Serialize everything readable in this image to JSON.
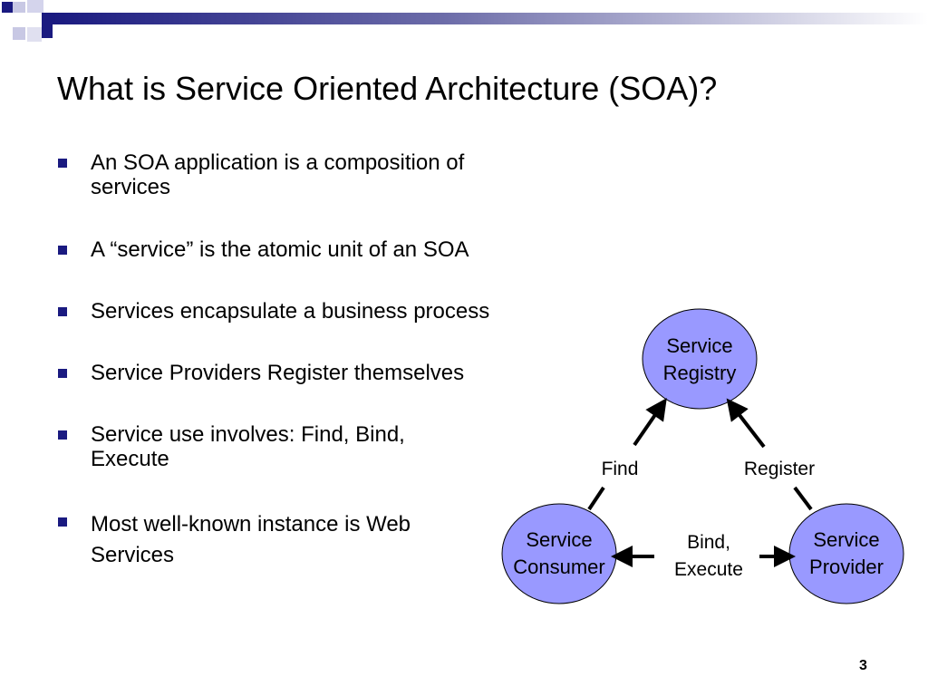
{
  "slide": {
    "title": "What is Service Oriented Architecture (SOA)?",
    "page_number": "3",
    "accent_color": "#1a1a80",
    "node_fill_color": "#9999ff",
    "bullets": [
      {
        "line1": "An SOA application is a composition of",
        "line2": "services"
      },
      {
        "line1": "A “service” is the atomic unit of an SOA",
        "line2": ""
      },
      {
        "line1": "Services encapsulate a business process",
        "line2": ""
      },
      {
        "line1": "Service Providers Register themselves",
        "line2": ""
      },
      {
        "line1": "Service use involves: Find, Bind,",
        "line2": "Execute"
      },
      {
        "line1": "Most well-known instance is Web",
        "line2": "Services"
      }
    ]
  },
  "diagram": {
    "nodes": {
      "registry": {
        "line1": "Service",
        "line2": "Registry"
      },
      "consumer": {
        "line1": "Service",
        "line2": "Consumer"
      },
      "provider": {
        "line1": "Service",
        "line2": "Provider"
      }
    },
    "edges": {
      "find": "Find",
      "register": "Register",
      "bind_line1": "Bind,",
      "bind_line2": "Execute"
    }
  }
}
